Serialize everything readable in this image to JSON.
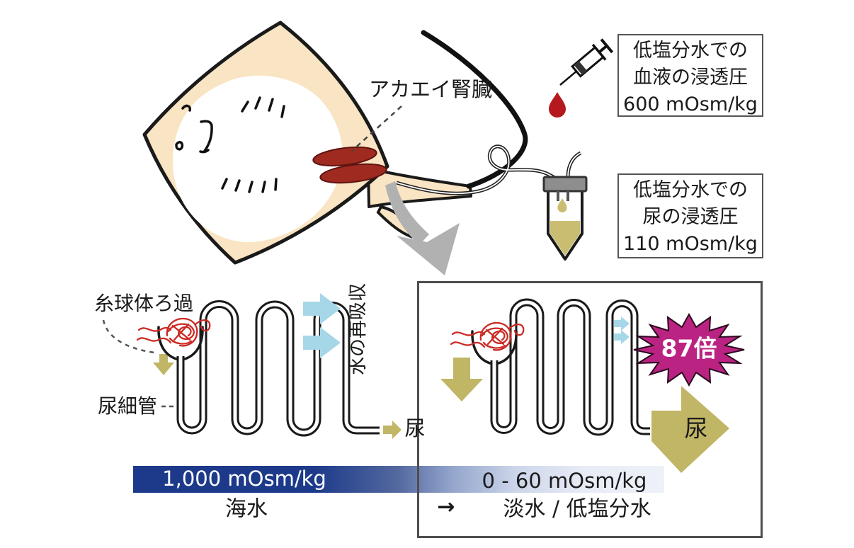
{
  "stingray": {
    "kidney_label": "アカエイ腎臓"
  },
  "blood_box": {
    "line1": "低塩分水での",
    "line2": "血液の浸透圧",
    "line3": "600 mOsm/kg"
  },
  "urine_box": {
    "line1": "低塩分水での",
    "line2": "尿の浸透圧",
    "line3": "110 mOsm/kg"
  },
  "nephron": {
    "filtration_label": "糸球体ろ過",
    "tubule_label": "尿細管",
    "water_reabsorption_label": "水の再吸収",
    "urine_label": "尿"
  },
  "panel": {
    "multiplier_badge": "87倍",
    "urine_label": "尿"
  },
  "bar": {
    "seawater_value": "1,000 mOsm/kg",
    "low_value": "0 - 60 mOsm/kg",
    "seawater_label": "海水",
    "transition_arrow": "→",
    "freshwater_label": "淡水 / 低塩分水"
  },
  "icons": {
    "syringe": "syringe-icon",
    "blood_drop": "blood-drop-icon",
    "sample_tube": "sample-tube-icon",
    "zoom_arrow": "zoom-arrow-icon"
  },
  "colors": {
    "body_cream": "#f9e4c3",
    "kidney_red": "#9e2a20",
    "glomerulus_red": "#cb2a24",
    "khaki_arrow": "#c1b566",
    "urine_yellow": "#c9bd72",
    "water_blue": "#a6d7e8",
    "seawater_navy": "#1d3a8a",
    "bar_light": "#eef1f8",
    "burst_magenta": "#bb2383",
    "blood_red": "#b5181d",
    "outline_black": "#1a1a1a",
    "gray_arrow": "#b1b1b1"
  }
}
